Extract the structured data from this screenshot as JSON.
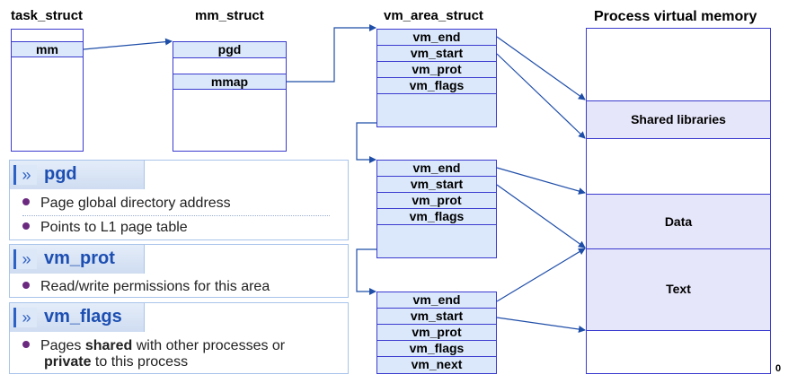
{
  "titles": {
    "task_struct": "task_struct",
    "mm_struct": "mm_struct",
    "vm_area_struct": "vm_area_struct",
    "process_memory": "Process virtual memory"
  },
  "task_struct": {
    "field": "mm"
  },
  "mm_struct": {
    "fields": [
      "pgd",
      "mmap"
    ]
  },
  "vm_area_structs": [
    {
      "fields": [
        "vm_end",
        "vm_start",
        "vm_prot",
        "vm_flags"
      ]
    },
    {
      "fields": [
        "vm_end",
        "vm_start",
        "vm_prot",
        "vm_flags"
      ]
    },
    {
      "fields": [
        "vm_end",
        "vm_start",
        "vm_prot",
        "vm_flags",
        "vm_next"
      ]
    }
  ],
  "process_memory": {
    "segments": [
      "Shared libraries",
      "Data",
      "Text"
    ],
    "bottom_label": "0"
  },
  "panels": [
    {
      "title": "pgd",
      "bullets": [
        "Page global directory address",
        "Points to L1 page table"
      ]
    },
    {
      "title": "vm_prot",
      "bullets": [
        "Read/write permissions for this area"
      ]
    },
    {
      "title": "vm_flags",
      "bullets_rich": {
        "pre": "Pages ",
        "b1": "shared",
        "mid": " with other processes or",
        "b2": "private",
        "post": " to this process"
      }
    }
  ],
  "icons": {
    "chevron": "»"
  },
  "colors": {
    "border": "#3b3bcf",
    "field_fill": "#dbe8fb",
    "segment_fill": "#e6e6fa",
    "panel_title": "#1d4fb2",
    "bullet": "#6b2a7f"
  }
}
